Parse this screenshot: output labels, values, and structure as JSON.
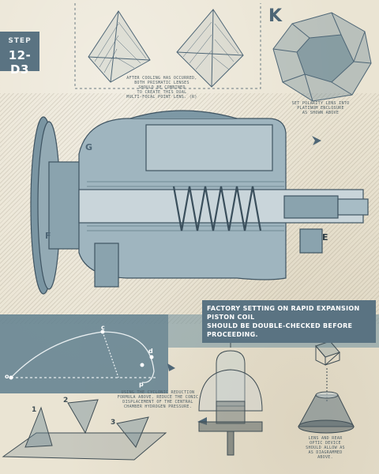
{
  "step": {
    "line1": "STEP",
    "line2": "12-D3"
  },
  "letters": {
    "k": "K",
    "g": "G",
    "f": "F",
    "e": "E",
    "c": "c",
    "d": "d",
    "o": "o",
    "p": "p"
  },
  "captions": {
    "pyramids": [
      "AFTER COOLING HAS OCCURRED,",
      "BOTH PRISMATIC LENSES",
      "SHOULD BE COMBINED",
      "TO CREATE THIS DUAL",
      "MULTI-FOCAL POINT LENS. (R)"
    ],
    "dodeca": [
      "SET POLARITY LENS INTO",
      "PLATINUM ENCLOSURE",
      "AS SHOWN ABOVE"
    ],
    "cyclonic": [
      "USING THE CYCLONIC REDUCTION",
      "FORMULA ABOVE, REDUCE THE CONIC",
      "DISPLACEMENT OF THE CENTRAL",
      "CHAMBER HYDROGEN PRESSURE."
    ],
    "lens": [
      "LENS AND REAR",
      "OPTIC DEVICE",
      "SHOULD ALLOW AS",
      "AS DIAGRAMMED",
      "ABOVE."
    ]
  },
  "notice": {
    "line1": "FACTORY SETTING ON RAPID EXPANSION PISTON COIL",
    "line2": "SHOULD BE DOUBLE-CHECKED BEFORE PROCEEDING."
  },
  "cone_numbers": [
    "1",
    "2",
    "3"
  ],
  "colors": {
    "ink": "#4e6676",
    "badge": "#5a7382",
    "paper": "#eae4d3"
  }
}
